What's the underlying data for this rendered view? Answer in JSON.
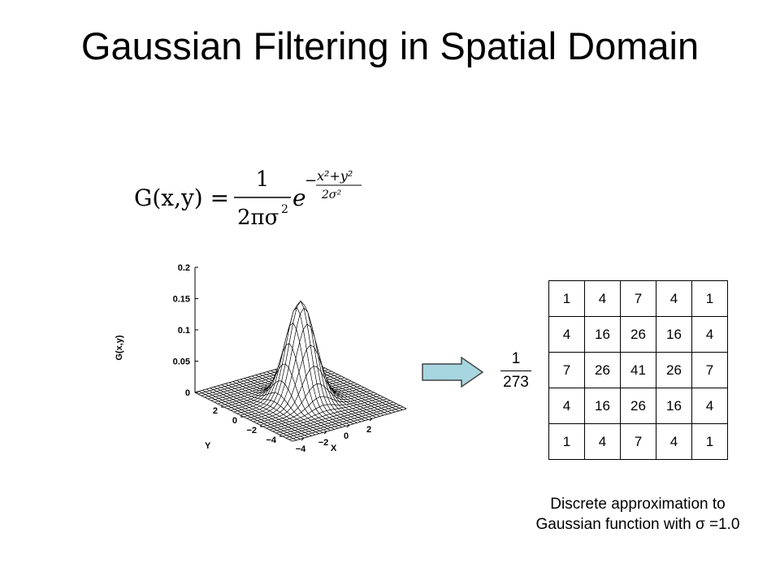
{
  "title": "Gaussian Filtering in Spatial Domain",
  "formula": {
    "lhs": "G(x,y) =",
    "coef_num": "1",
    "coef_den": "2πσ",
    "den_exp": "2",
    "base": "e",
    "exp_sign": "−",
    "exp_num": "x²+y²",
    "exp_den": "2σ²"
  },
  "plot": {
    "z_label": "G(x,y)",
    "x_label": "X",
    "y_label": "Y",
    "z_ticks": [
      "0.2",
      "0.15",
      "0.1",
      "0.05",
      "0"
    ],
    "x_ticks": [
      "−4",
      "−2",
      "0",
      "2"
    ],
    "y_ticks": [
      "2",
      "0",
      "−2",
      "−4"
    ]
  },
  "kernel": {
    "scale_numerator": "1",
    "scale_denominator": "273",
    "rows": [
      [
        "1",
        "4",
        "7",
        "4",
        "1"
      ],
      [
        "4",
        "16",
        "26",
        "16",
        "4"
      ],
      [
        "7",
        "26",
        "41",
        "26",
        "7"
      ],
      [
        "4",
        "16",
        "26",
        "16",
        "4"
      ],
      [
        "1",
        "4",
        "7",
        "4",
        "1"
      ]
    ]
  },
  "caption": {
    "line1": "Discrete approximation to",
    "line2": "Gaussian function with  σ =1.0"
  },
  "colors": {
    "arrow_fill": "#a7d6e0",
    "arrow_stroke": "#444444"
  }
}
